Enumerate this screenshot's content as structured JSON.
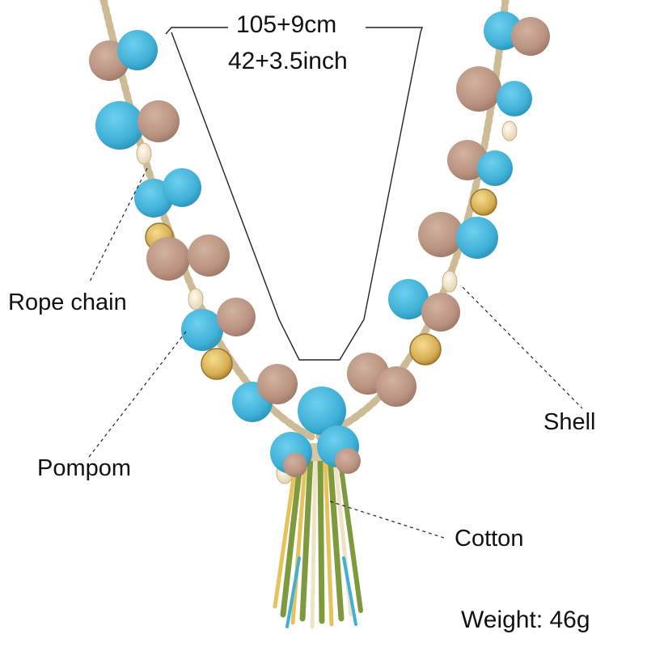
{
  "labels": {
    "length_cm": "105+9cm",
    "length_inch": "42+3.5inch",
    "rope_chain": "Rope chain",
    "pompom": "Pompom",
    "shell": "Shell",
    "cotton": "Cotton",
    "weight": "Weight: 46g"
  },
  "colors": {
    "background": "#ffffff",
    "pompom_blue": "#3fb0d6",
    "pompom_tan": "#b8927f",
    "rope": "#efe6d4",
    "coin_gold": "#d6ad52",
    "shell": "#f3e6c8",
    "tassel_green": "#7f9a3c",
    "tassel_yellow": "#e6c35a",
    "tassel_cream": "#efe3c6",
    "tassel_blue": "#3fb0d6",
    "line": "#222222"
  }
}
